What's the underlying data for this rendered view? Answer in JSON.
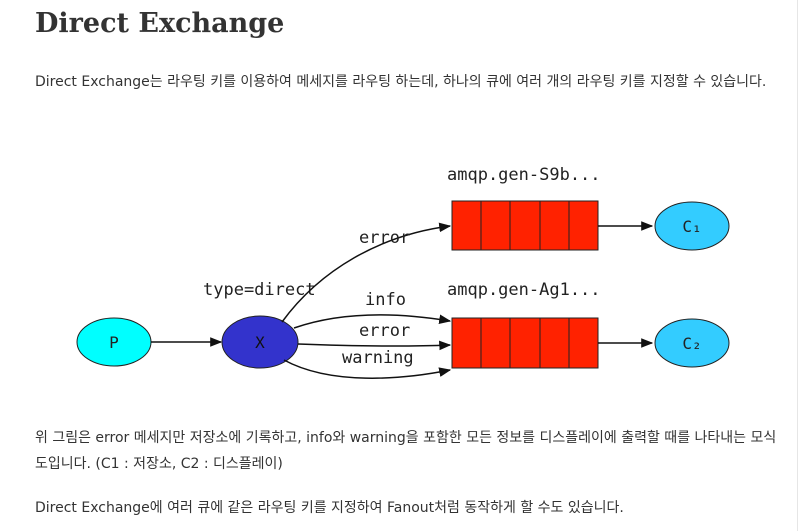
{
  "heading": "Direct Exchange",
  "intro": "Direct Exchange는 라우팅 키를 이용하여 메세지를 라우팅 하는데, 하나의 큐에 여러 개의 라우팅 키를 지정할 수 있습니다.",
  "diagram": {
    "producer": "P",
    "exchange": "X",
    "exchange_type": "type=direct",
    "queue1_name": "amqp.gen-S9b...",
    "queue2_name": "amqp.gen-Ag1...",
    "consumer1": "C₁",
    "consumer2": "C₂",
    "binding_error_top": "error",
    "binding_info": "info",
    "binding_error_bottom": "error",
    "binding_warning": "warning",
    "colors": {
      "producer": "#00ffff",
      "exchange": "#3333cc",
      "queue": "#ff2200",
      "consumer": "#33ccff"
    }
  },
  "explanation": "위 그림은 error 메세지만 저장소에 기록하고, info와 warning을 포함한 모든 정보를 디스플레이에 출력할 때를 나타내는 모식도입니다. (C1 : 저장소, C2 : 디스플레이)",
  "note": "Direct Exchange에 여러 큐에 같은 라우팅 키를 지정하여 Fanout처럼 동작하게 할 수도 있습니다."
}
